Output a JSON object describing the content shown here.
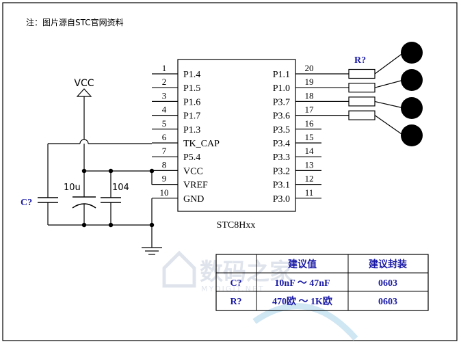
{
  "note": "注：图片源自STC官网资料",
  "chip": {
    "name": "STC8Hxx",
    "left_pins": [
      {
        "num": "1",
        "label": "P1.4"
      },
      {
        "num": "2",
        "label": "P1.5"
      },
      {
        "num": "3",
        "label": "P1.6"
      },
      {
        "num": "4",
        "label": "P1.7"
      },
      {
        "num": "5",
        "label": "P1.3"
      },
      {
        "num": "6",
        "label": "TK_CAP"
      },
      {
        "num": "7",
        "label": "P5.4"
      },
      {
        "num": "8",
        "label": "VCC"
      },
      {
        "num": "9",
        "label": "VREF"
      },
      {
        "num": "10",
        "label": "GND"
      }
    ],
    "right_pins": [
      {
        "num": "20",
        "label": "P1.1"
      },
      {
        "num": "19",
        "label": "P1.0"
      },
      {
        "num": "18",
        "label": "P3.7"
      },
      {
        "num": "17",
        "label": "P3.6"
      },
      {
        "num": "16",
        "label": "P3.5"
      },
      {
        "num": "15",
        "label": "P3.4"
      },
      {
        "num": "14",
        "label": "P3.3"
      },
      {
        "num": "13",
        "label": "P3.2"
      },
      {
        "num": "12",
        "label": "P3.1"
      },
      {
        "num": "11",
        "label": "P3.0"
      }
    ]
  },
  "labels": {
    "vcc": "VCC",
    "resistor": "R?",
    "cap_touch": "C?",
    "cap_10u": "10u",
    "cap_104": "104"
  },
  "table": {
    "headers": [
      "",
      "建议值",
      "建议封装"
    ],
    "rows": [
      {
        "name": "C?",
        "value": "10nF ～ 47nF",
        "package": "0603"
      },
      {
        "name": "R?",
        "value": "470欧 ～ 1K欧",
        "package": "0603"
      }
    ]
  },
  "watermark": {
    "title": "数码之家",
    "subtitle": "MYDIGIT.NET"
  },
  "colors": {
    "line": "#000000",
    "blue_label": "#1a1aa6",
    "watermark": "#dfe4ec"
  }
}
